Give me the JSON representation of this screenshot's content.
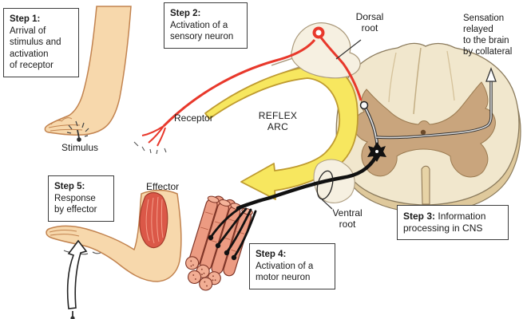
{
  "steps": {
    "step1": {
      "title": "Step 1:",
      "body": "Arrival of\nstimulus and\nactivation\nof receptor"
    },
    "step2": {
      "title": "Step 2:",
      "body": "Activation of a\nsensory neuron"
    },
    "step3": {
      "title": "Step 3:",
      "body": "Information\nprocessing in CNS"
    },
    "step4": {
      "title": "Step 4:",
      "body": "Activation of a\nmotor neuron"
    },
    "step5": {
      "title": "Step 5:",
      "body": "Response\nby effector"
    }
  },
  "labels": {
    "stimulus": "Stimulus",
    "receptor": "Receptor",
    "reflex_arc": "REFLEX\nARC",
    "dorsal_root": "Dorsal\nroot",
    "ventral_root": "Ventral\nroot",
    "sensation_collateral": "Sensation\nrelayed\nto the brain\nby collateral",
    "effector": "Effector"
  },
  "colors": {
    "sensory_neuron_red": "#e8382b",
    "motor_neuron_black": "#111111",
    "reflex_arrow_yellow": "#f7e75f",
    "reflex_arrow_outline": "#bf9b30",
    "skin": "#f7d8ac",
    "skin_outline": "#c2834f",
    "muscle_red": "#db5848",
    "muscle_fiber_pink": "#ec9b82",
    "cord_white_matter": "#f1e7cd",
    "cord_gray_matter": "#c9a57d",
    "text": "#1a1a1a",
    "background": "#ffffff"
  }
}
